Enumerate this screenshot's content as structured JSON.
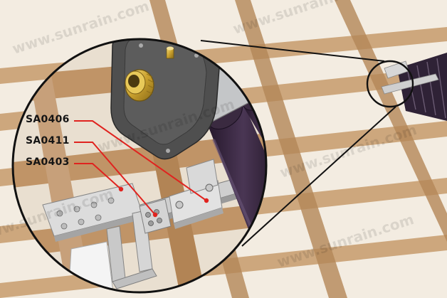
{
  "callouts": [
    {
      "label": "SA0406"
    },
    {
      "label": "SA0411"
    },
    {
      "label": "SA0403"
    }
  ],
  "watermark": {
    "text": "www.sunrain.com"
  },
  "colors": {
    "callout_line": "#e0231f",
    "tube": "#3a2a40",
    "bracket": "#dcdcdc",
    "end_cap": "#505050",
    "brass_fitting": "#d4b03c",
    "rafter": "#b68a5c",
    "background_wall": "#f4ede3"
  }
}
